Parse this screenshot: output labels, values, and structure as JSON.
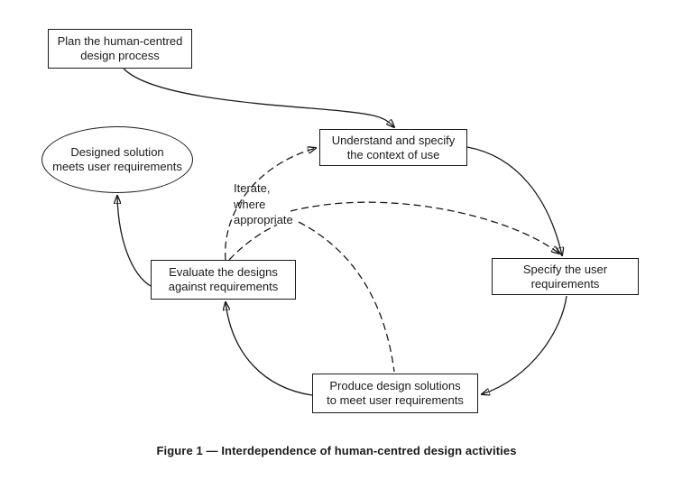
{
  "diagram": {
    "caption": "Figure 1 — Interdependence of human-centred design activities",
    "annotation": "Iterate,\nwhere\nappropriate",
    "nodes": {
      "plan": {
        "label": "Plan the human-centred\ndesign process",
        "shape": "rect"
      },
      "understand": {
        "label": "Understand and specify\nthe context of use",
        "shape": "rect"
      },
      "specify": {
        "label": "Specify the user\nrequirements",
        "shape": "rect"
      },
      "produce": {
        "label": "Produce design solutions\nto meet user requirements",
        "shape": "rect"
      },
      "evaluate": {
        "label": "Evaluate the designs\nagainst requirements",
        "shape": "rect"
      },
      "outcome": {
        "label": "Designed solution\nmeets user requirements",
        "shape": "ellipse"
      }
    },
    "edges": [
      {
        "from": "plan",
        "to": "understand",
        "style": "solid"
      },
      {
        "from": "understand",
        "to": "specify",
        "style": "solid"
      },
      {
        "from": "specify",
        "to": "produce",
        "style": "solid"
      },
      {
        "from": "produce",
        "to": "evaluate",
        "style": "solid"
      },
      {
        "from": "evaluate",
        "to": "outcome",
        "style": "solid"
      },
      {
        "from": "evaluate",
        "to": "understand",
        "style": "dashed"
      },
      {
        "from": "evaluate",
        "to": "specify",
        "style": "dashed",
        "via": "iterate-annotation"
      },
      {
        "from": "produce",
        "to": "iterate-annotation",
        "style": "dashed"
      }
    ],
    "colors": {
      "background": "#ffffff",
      "stroke": "#1a1a1a",
      "text": "#1a1a1a"
    }
  }
}
